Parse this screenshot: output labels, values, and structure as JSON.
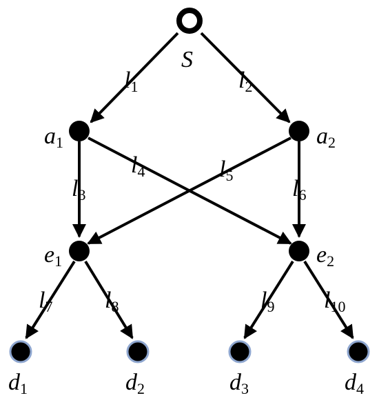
{
  "nodes": {
    "s": {
      "label": "S",
      "sub": ""
    },
    "a1": {
      "label": "a",
      "sub": "1"
    },
    "a2": {
      "label": "a",
      "sub": "2"
    },
    "e1": {
      "label": "e",
      "sub": "1"
    },
    "e2": {
      "label": "e",
      "sub": "2"
    },
    "d1": {
      "label": "d",
      "sub": "1"
    },
    "d2": {
      "label": "d",
      "sub": "2"
    },
    "d3": {
      "label": "d",
      "sub": "3"
    },
    "d4": {
      "label": "d",
      "sub": "4"
    }
  },
  "edges": {
    "l1": {
      "label": "l",
      "sub": "1"
    },
    "l2": {
      "label": "l",
      "sub": "2"
    },
    "l3": {
      "label": "l",
      "sub": "3"
    },
    "l4": {
      "label": "l",
      "sub": "4"
    },
    "l5": {
      "label": "l",
      "sub": "5"
    },
    "l6": {
      "label": "l",
      "sub": "6"
    },
    "l7": {
      "label": "l",
      "sub": "7"
    },
    "l8": {
      "label": "l",
      "sub": "8"
    },
    "l9": {
      "label": "l",
      "sub": "9"
    },
    "l10": {
      "label": "l",
      "sub": "10"
    }
  },
  "colors": {
    "line": "#000000",
    "node": "#000000",
    "dest_ring": "#8ea6cf"
  }
}
